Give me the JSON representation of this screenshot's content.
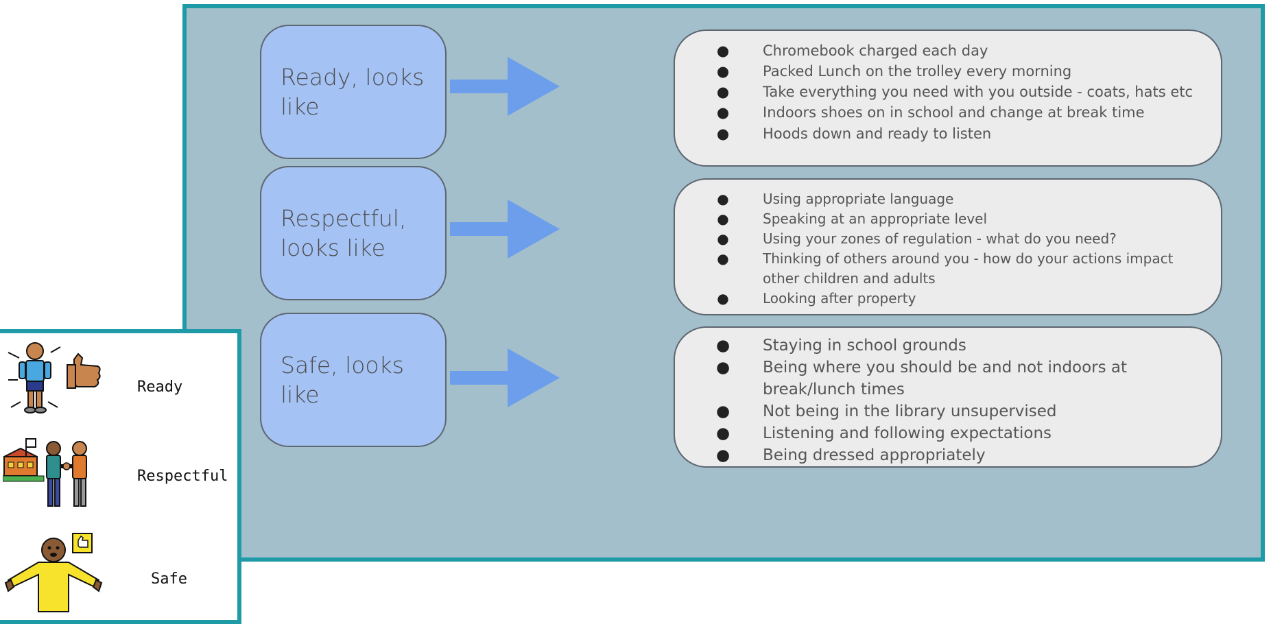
{
  "rows": [
    {
      "label": "Ready, looks like",
      "items": [
        "Chromebook charged each day",
        "Packed Lunch on the trolley every morning",
        "Take everything you need with you outside - coats, hats etc",
        "Indoors shoes on in school and change at break time",
        "Hoods down and ready to listen"
      ]
    },
    {
      "label": "Respectful, looks like",
      "items": [
        "Using appropriate language",
        "Speaking at an appropriate level",
        "Using your zones of regulation - what do you need?",
        "Thinking of others around you - how do your actions impact other children and adults",
        "Looking after property"
      ]
    },
    {
      "label": "Safe, looks like",
      "items": [
        "Staying in school grounds",
        "Being where you should be and not indoors at break/lunch times",
        "Not being in the library unsupervised",
        "Listening and following expectations",
        "Being dressed appropriately"
      ]
    }
  ],
  "legend": [
    {
      "label": "Ready",
      "icon": "person-thumbs-up-icon"
    },
    {
      "label": "Respectful",
      "icon": "people-handshake-icon"
    },
    {
      "label": "Safe",
      "icon": "person-open-arms-icon"
    }
  ],
  "colors": {
    "panel_bg": "#a3bfcc",
    "panel_border": "#1e9ba7",
    "label_box": "#a4c2f4",
    "arrow": "#6d9eeb",
    "list_box": "#ececec"
  }
}
